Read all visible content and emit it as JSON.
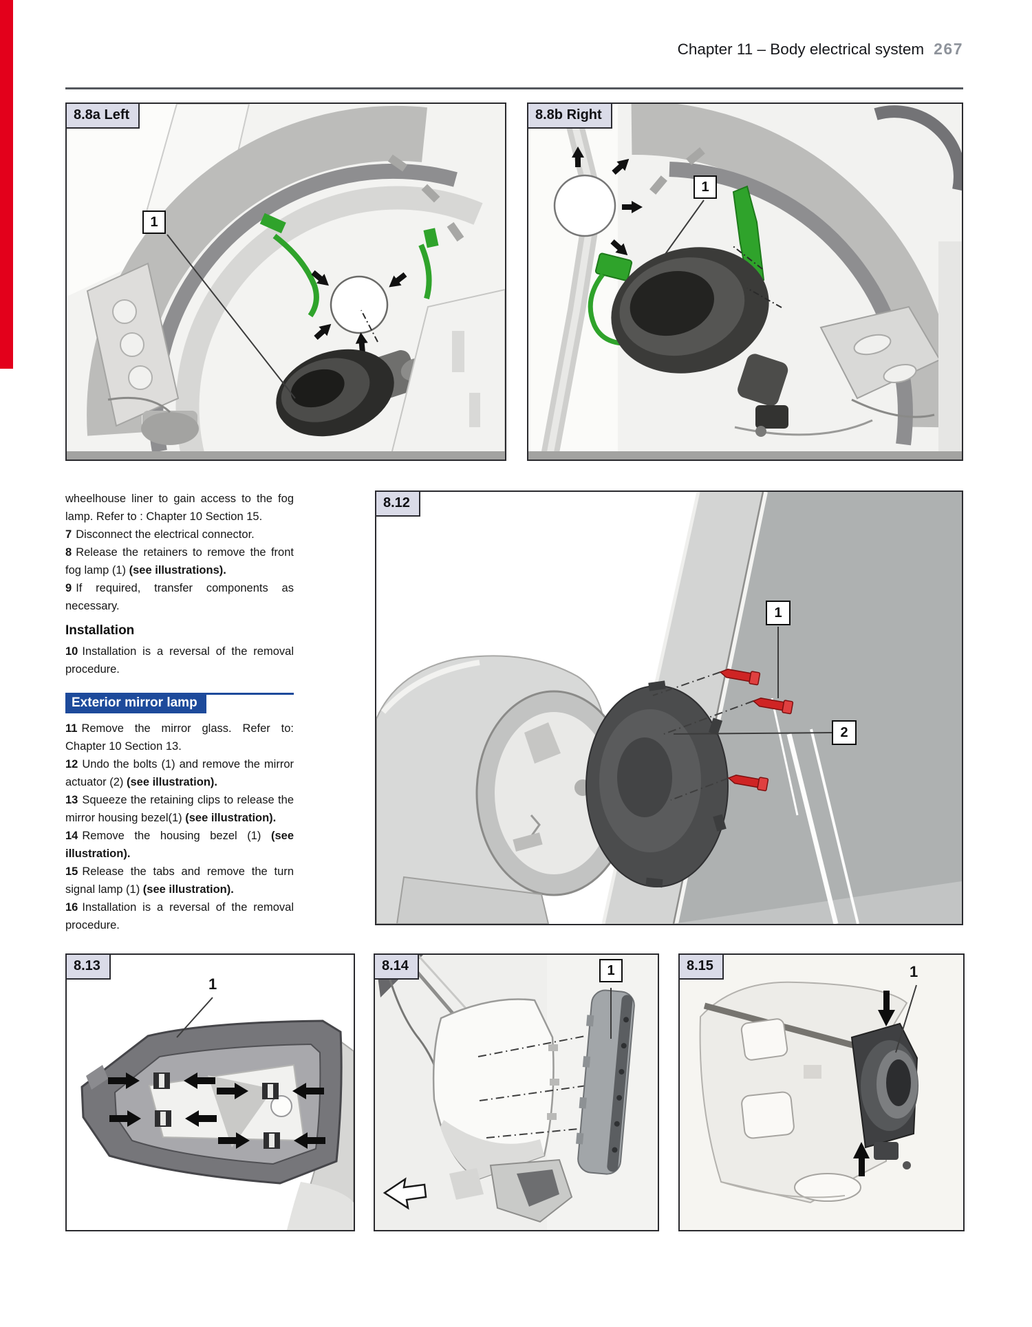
{
  "header": {
    "chapter_title": "Chapter 11 – Body electrical system",
    "page_number": "267"
  },
  "theme": {
    "accent_blue": "#1d4a9b",
    "figure_label_bg": "#dadbe8",
    "edge_tab_red": "#e3001b",
    "bolt_red": "#cf2424"
  },
  "figures": {
    "f88a": {
      "label": "8.8a Left",
      "callout_1": "1"
    },
    "f88b": {
      "label": "8.8b Right",
      "callout_1": "1"
    },
    "f812": {
      "label": "8.12",
      "callout_1": "1",
      "callout_2": "2"
    },
    "f813": {
      "label": "8.13",
      "callout_1": "1"
    },
    "f814": {
      "label": "8.14",
      "callout_1": "1"
    },
    "f815": {
      "label": "8.15",
      "callout_1": "1"
    }
  },
  "article": {
    "intro": "wheelhouse liner to gain access to the fog lamp. Refer to : Chapter 10 Section 15.",
    "s7_num": "7",
    "s7_text": "Disconnect the electrical connector.",
    "s8_num": "8",
    "s8_text": "Release the retainers to remove the front fog lamp (1) ",
    "s8_bold": "(see illustrations).",
    "s9_num": "9",
    "s9_text": "If required, transfer components as necessary.",
    "installation_heading": "Installation",
    "s10_num": "10",
    "s10_text": "Installation is a reversal of the removal procedure.",
    "section_heading": "Exterior mirror lamp",
    "s11_num": "11",
    "s11_text": "Remove the mirror glass. Refer to: Chapter 10 Section 13.",
    "s12_num": "12",
    "s12_text": "Undo the bolts (1) and remove the mirror actuator (2) ",
    "s12_bold": "(see illustration).",
    "s13_num": "13",
    "s13_text": "Squeeze the retaining clips to release the mirror housing bezel(1) ",
    "s13_bold": "(see illustration).",
    "s14_num": "14",
    "s14_text": "Remove the housing bezel (1) ",
    "s14_bold": "(see illustration).",
    "s15_num": "15",
    "s15_text": "Release the tabs and remove the turn signal lamp (1) ",
    "s15_bold": "(see illustration).",
    "s16_num": "16",
    "s16_text": "Installation is a reversal of the removal procedure."
  }
}
